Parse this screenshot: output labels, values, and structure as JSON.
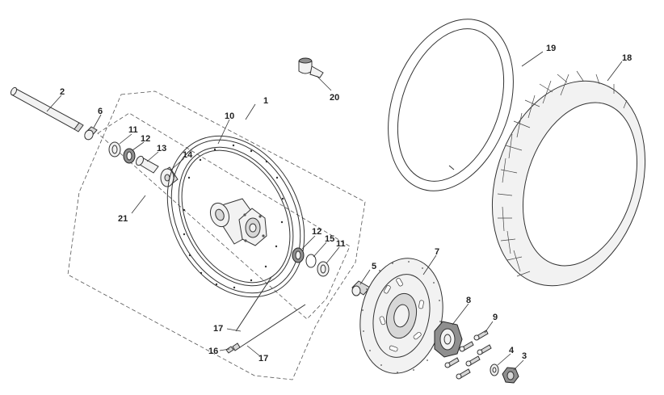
{
  "diagram": {
    "callouts": [
      {
        "id": "c1",
        "text": "1"
      },
      {
        "id": "c2",
        "text": "2"
      },
      {
        "id": "c3",
        "text": "3"
      },
      {
        "id": "c4",
        "text": "4"
      },
      {
        "id": "c5",
        "text": "5"
      },
      {
        "id": "c6",
        "text": "6"
      },
      {
        "id": "c7",
        "text": "7"
      },
      {
        "id": "c8",
        "text": "8"
      },
      {
        "id": "c9",
        "text": "9"
      },
      {
        "id": "c10",
        "text": "10"
      },
      {
        "id": "c11a",
        "text": "11"
      },
      {
        "id": "c11b",
        "text": "11"
      },
      {
        "id": "c12a",
        "text": "12"
      },
      {
        "id": "c12b",
        "text": "12"
      },
      {
        "id": "c13",
        "text": "13"
      },
      {
        "id": "c14",
        "text": "14"
      },
      {
        "id": "c15",
        "text": "15"
      },
      {
        "id": "c16",
        "text": "16"
      },
      {
        "id": "c17a",
        "text": "17"
      },
      {
        "id": "c17b",
        "text": "17"
      },
      {
        "id": "c18",
        "text": "18"
      },
      {
        "id": "c19",
        "text": "19"
      },
      {
        "id": "c20",
        "text": "20"
      },
      {
        "id": "c21",
        "text": "21"
      }
    ]
  }
}
